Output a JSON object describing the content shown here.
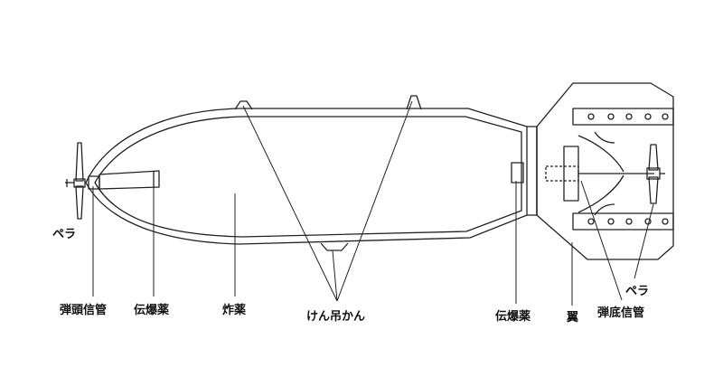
{
  "labels": {
    "nose_propeller": "ペラ",
    "nose_fuze": "弾頭信管",
    "booster_front": "伝爆薬",
    "explosive": "炸薬",
    "suspension_lugs": "けん吊かん",
    "booster_rear": "伝爆薬",
    "fins": "翼",
    "tail_propeller": "ペラ",
    "tail_fuze": "弾底信管"
  }
}
